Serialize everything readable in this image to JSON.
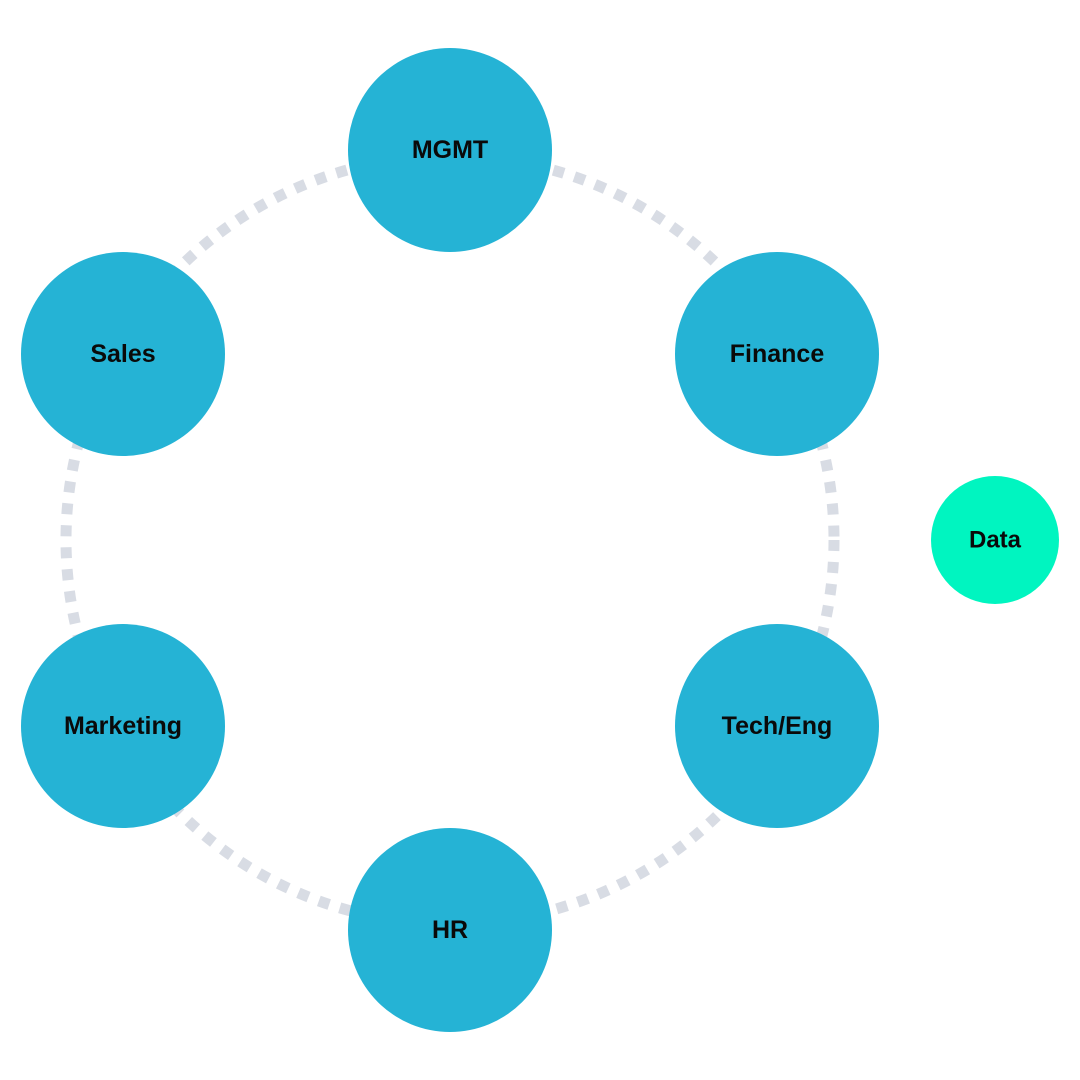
{
  "colors": {
    "department_fill": "#25b3d5",
    "data_fill": "#00f5c0",
    "ring_dots": "#d8dce4",
    "label_text": "#0a0a0a"
  },
  "departments": [
    {
      "id": "mgmt",
      "label": "MGMT"
    },
    {
      "id": "finance",
      "label": "Finance"
    },
    {
      "id": "tech-eng",
      "label": "Tech/Eng"
    },
    {
      "id": "hr",
      "label": "HR"
    },
    {
      "id": "marketing",
      "label": "Marketing"
    },
    {
      "id": "sales",
      "label": "Sales"
    }
  ],
  "data_node": {
    "label": "Data"
  }
}
